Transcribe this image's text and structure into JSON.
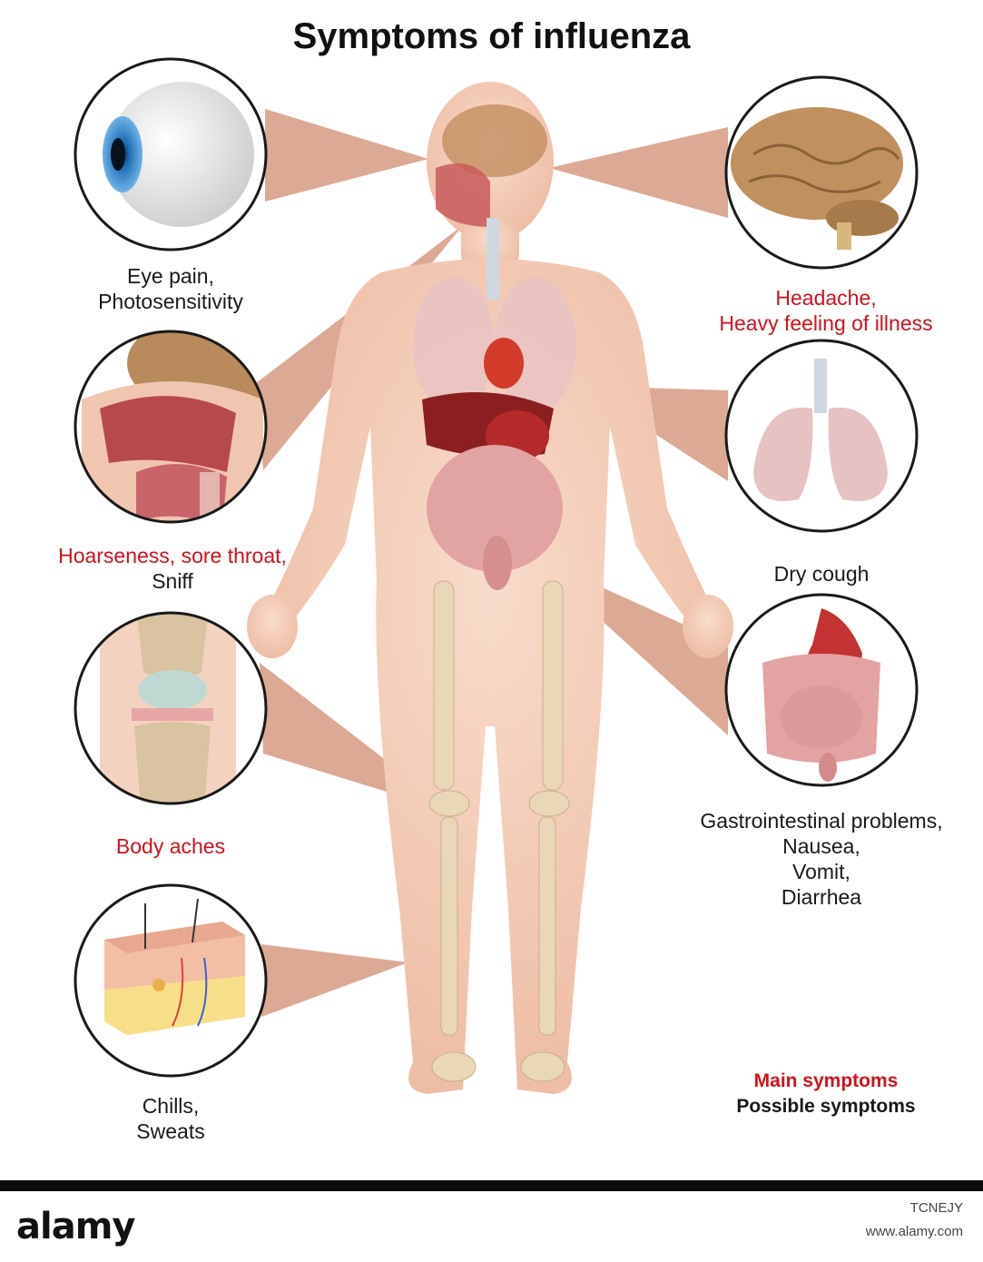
{
  "title": "Symptoms of influenza",
  "symptoms": {
    "eye": {
      "line1": "Eye pain,",
      "line2": "Photosensitivity"
    },
    "headache": {
      "line1": "Headache,",
      "line2": "Heavy feeling of illness"
    },
    "throat": {
      "line1": "Hoarseness, sore throat,",
      "line2": "Sniff"
    },
    "cough": {
      "line1": "Dry cough"
    },
    "body": {
      "line1": "Body aches"
    },
    "gi": {
      "line1": "Gastrointestinal problems,",
      "line2": "Nausea,",
      "line3": "Vomit,",
      "line4": "Diarrhea"
    },
    "chills": {
      "line1": "Chills,",
      "line2": "Sweats"
    }
  },
  "legend": {
    "main": "Main symptoms",
    "possible": "Possible symptoms"
  },
  "footer": {
    "logo": "alamy",
    "image_id": "TCNEJY",
    "url": "www.alamy.com"
  },
  "colors": {
    "main_symptom": "#d0121b",
    "possible_symptom": "#1a1a1a",
    "callout": "#d9a28c",
    "skin": "#f3cdb7"
  }
}
